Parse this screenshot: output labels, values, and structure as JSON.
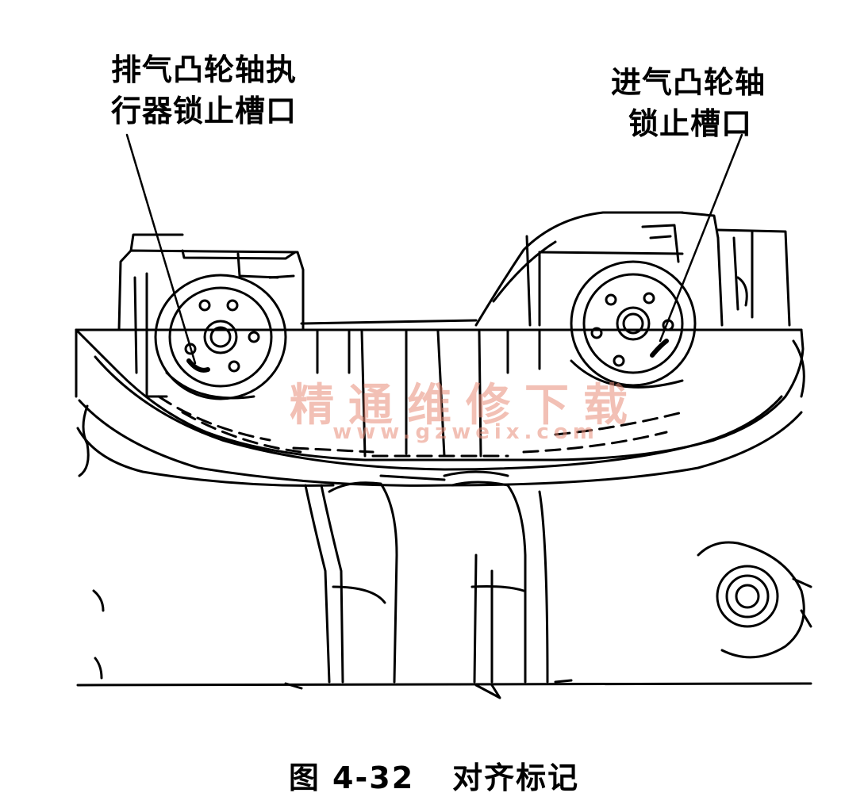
{
  "labels": {
    "exhaust_line1": "排气凸轮轴执",
    "exhaust_line2": "行器锁止槽口",
    "intake_line1": "进气凸轮轴",
    "intake_line2": "锁止槽口"
  },
  "watermark": {
    "cn": "精通维修下载",
    "url": "www.gzweix.com",
    "color": "#e88c78"
  },
  "caption": {
    "figure": "图 4-32",
    "title": "对齐标记"
  },
  "colors": {
    "ink": "#000000",
    "paper": "#ffffff"
  }
}
